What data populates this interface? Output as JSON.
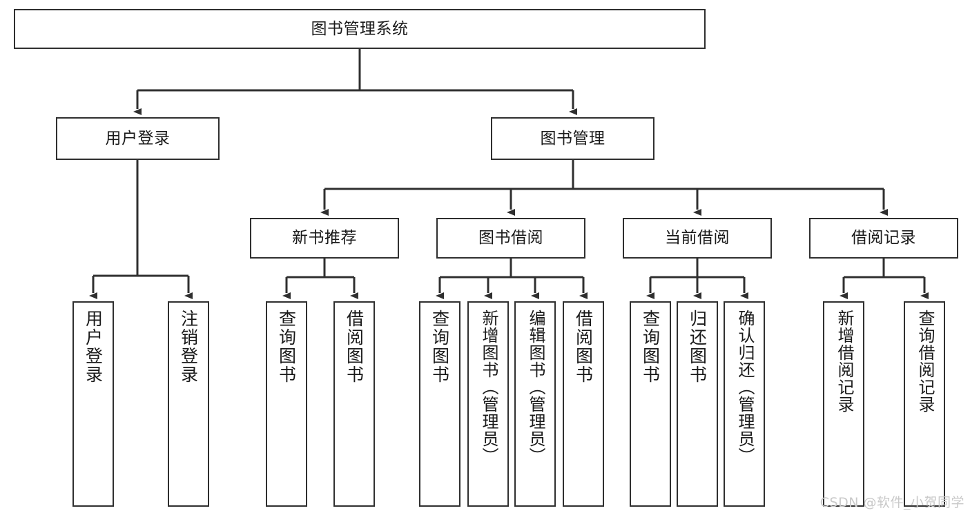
{
  "diagram": {
    "title": "图书管理系统",
    "watermark": "CSDN @软件_小贺同学",
    "stroke_color": "#2f2f2f",
    "fill_color": "#ffffff",
    "text_color": "#1a1a1a",
    "watermark_color": "#c9c9c9",
    "levels": {
      "root": "图书管理系统",
      "level2": [
        "用户登录",
        "图书管理"
      ],
      "level3": [
        "新书推荐",
        "图书借阅",
        "当前借阅",
        "借阅记录"
      ]
    },
    "nodes": {
      "root": {
        "label": "图书管理系统"
      },
      "user_login": {
        "label": "用户登录"
      },
      "book_mgmt": {
        "label": "图书管理"
      },
      "new_book_rec": {
        "label": "新书推荐"
      },
      "book_borrow": {
        "label": "图书借阅"
      },
      "current_borrow": {
        "label": "当前借阅"
      },
      "borrow_record": {
        "label": "借阅记录"
      },
      "leaf_user_login": {
        "label": "用户登录"
      },
      "leaf_logout": {
        "label": "注销登录"
      },
      "leaf_query_book_a": {
        "label": "查询图书"
      },
      "leaf_borrow_book_a": {
        "label": "借阅图书"
      },
      "leaf_query_book_b": {
        "label": "查询图书"
      },
      "leaf_add_book": {
        "label": "新增图书（管理员）"
      },
      "leaf_edit_book": {
        "label": "编辑图书（管理员）"
      },
      "leaf_borrow_book_b": {
        "label": "借阅图书"
      },
      "leaf_query_book_c": {
        "label": "查询图书"
      },
      "leaf_return_book": {
        "label": "归还图书"
      },
      "leaf_confirm_return": {
        "label": "确认归还（管理员）"
      },
      "leaf_add_record": {
        "label": "新增借阅记录"
      },
      "leaf_query_record": {
        "label": "查询借阅记录"
      }
    },
    "edges": [
      {
        "from": "root",
        "to": "user_login"
      },
      {
        "from": "root",
        "to": "book_mgmt"
      },
      {
        "from": "user_login",
        "to": "leaf_user_login"
      },
      {
        "from": "user_login",
        "to": "leaf_logout"
      },
      {
        "from": "book_mgmt",
        "to": "new_book_rec"
      },
      {
        "from": "book_mgmt",
        "to": "book_borrow"
      },
      {
        "from": "book_mgmt",
        "to": "current_borrow"
      },
      {
        "from": "book_mgmt",
        "to": "borrow_record"
      },
      {
        "from": "new_book_rec",
        "to": "leaf_query_book_a"
      },
      {
        "from": "new_book_rec",
        "to": "leaf_borrow_book_a"
      },
      {
        "from": "book_borrow",
        "to": "leaf_query_book_b"
      },
      {
        "from": "book_borrow",
        "to": "leaf_add_book"
      },
      {
        "from": "book_borrow",
        "to": "leaf_edit_book"
      },
      {
        "from": "book_borrow",
        "to": "leaf_borrow_book_b"
      },
      {
        "from": "current_borrow",
        "to": "leaf_query_book_c"
      },
      {
        "from": "current_borrow",
        "to": "leaf_return_book"
      },
      {
        "from": "current_borrow",
        "to": "leaf_confirm_return"
      },
      {
        "from": "borrow_record",
        "to": "leaf_add_record"
      },
      {
        "from": "borrow_record",
        "to": "leaf_query_record"
      }
    ]
  }
}
